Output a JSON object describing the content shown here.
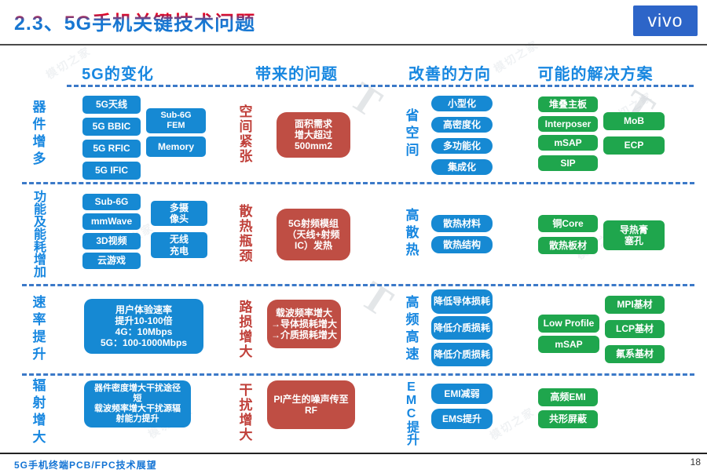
{
  "title": "2.3、5G手机关键技术问题",
  "logo": "vivo",
  "column_headers": [
    "5G的变化",
    "带来的问题",
    "改善的方向",
    "可能的解决方案"
  ],
  "footer": {
    "left": "5G手机终端PCB/FPC技术展望",
    "page": "18"
  },
  "watermark": "模切之家",
  "watermark_logo": "T",
  "colors": {
    "title_red": "#e8001e",
    "title_blue": "#1777d2",
    "header_blue": "#1787e0",
    "box_blue": "#1689d3",
    "box_green": "#1fa64d",
    "box_red": "#bf4e44",
    "label_red": "#c0403a",
    "logo_blue": "#2d65c8"
  },
  "rows": [
    {
      "category": "器件增多",
      "changes_col1": [
        "5G天线",
        "5G BBIC",
        "5G RFIC",
        "5G IFIC"
      ],
      "changes_col2": [
        "Sub-6G\nFEM",
        "Memory"
      ],
      "problem_label": "空间紧张",
      "problem_box": "面积需求\n增大超过\n500mm2",
      "direction_label": "省空间",
      "direction_boxes": [
        "小型化",
        "高密度化",
        "多功能化",
        "集成化"
      ],
      "solutions_col1": [
        "堆叠主板",
        "Interposer",
        "mSAP",
        "SIP"
      ],
      "solutions_col2": [
        "MoB",
        "ECP"
      ]
    },
    {
      "category": "功能及能耗增加",
      "changes_col1": [
        "Sub-6G",
        "mmWave",
        "3D视频",
        "云游戏"
      ],
      "changes_col2": [
        "多摄\n像头",
        "无线\n充电"
      ],
      "problem_label": "散热瓶颈",
      "problem_box": "5G射频模组\n（天线+射频\nIC）发热",
      "direction_label": "高散热",
      "direction_boxes": [
        "散热材料",
        "散热结构"
      ],
      "solutions_col1": [
        "铜Core",
        "散热板材"
      ],
      "solutions_col2": [
        "导热膏\n塞孔"
      ]
    },
    {
      "category": "速率提升",
      "changes_big": "用户体验速率\n提升10-100倍\n4G：10Mbps\n5G：100-1000Mbps",
      "problem_label": "路损增大",
      "problem_box": "载波频率增大\n→导体损耗增大\n→介质损耗增大",
      "direction_label": "高频高速",
      "direction_boxes": [
        "降低导体损耗",
        "降低介质损耗",
        "降低介质损耗"
      ],
      "solutions_col1": [
        "Low Profile",
        "mSAP"
      ],
      "solutions_col2": [
        "MPI基材",
        "LCP基材",
        "氟系基材"
      ]
    },
    {
      "category": "辐射增大",
      "changes_big": "器件密度增大干扰途径\n短\n载波频率增大干扰源辐\n射能力提升",
      "problem_label": "干扰增大",
      "problem_box": "PI产生的噪声传至\nRF",
      "direction_label": "EMC提升",
      "direction_boxes": [
        "EMI减弱",
        "EMS提升"
      ],
      "solutions_col1": [
        "高频EMI",
        "共形屏蔽"
      ]
    }
  ]
}
